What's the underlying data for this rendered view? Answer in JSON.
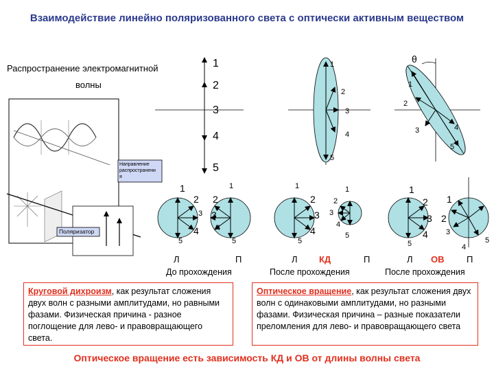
{
  "title": "Взаимодействие линейно поляризованного света с оптически активным  веществом",
  "wave_label_line1": "Распространение электромагнитной",
  "wave_label_line2": "волны",
  "inset": {
    "direction_line1": "Направление",
    "direction_line2": "распространени",
    "direction_line3": "я",
    "polarizer": "Поляризатор"
  },
  "axis_numbers": [
    "1",
    "2",
    "3",
    "4",
    "5"
  ],
  "theta": "θ",
  "circles": {
    "L": "Л",
    "P": "П",
    "KD": "КД",
    "OV": "ОВ",
    "before": "До прохождения",
    "after1": "После прохождения",
    "after2": "После прохождения"
  },
  "box_left": {
    "highlight": "Круговой дихроизм",
    "text": ", как результат сложения двух волн с разными амплитудами, но равными фазами. Физическая причина - разное поглощение для лево- и правовращающего света."
  },
  "box_right": {
    "highlight": "Оптическое вращение",
    "text": ", как результат сложения двух волн с одинаковыми амплитудами, но разными фазами. Физическая причина – разные показатели преломления для лево- и правовращающего света"
  },
  "bottom": "Оптическое вращение есть зависимость КД и ОВ от длины волны света",
  "colors": {
    "title": "#2b3a8c",
    "accent": "#e0301e",
    "fill": "#aee0e4"
  }
}
